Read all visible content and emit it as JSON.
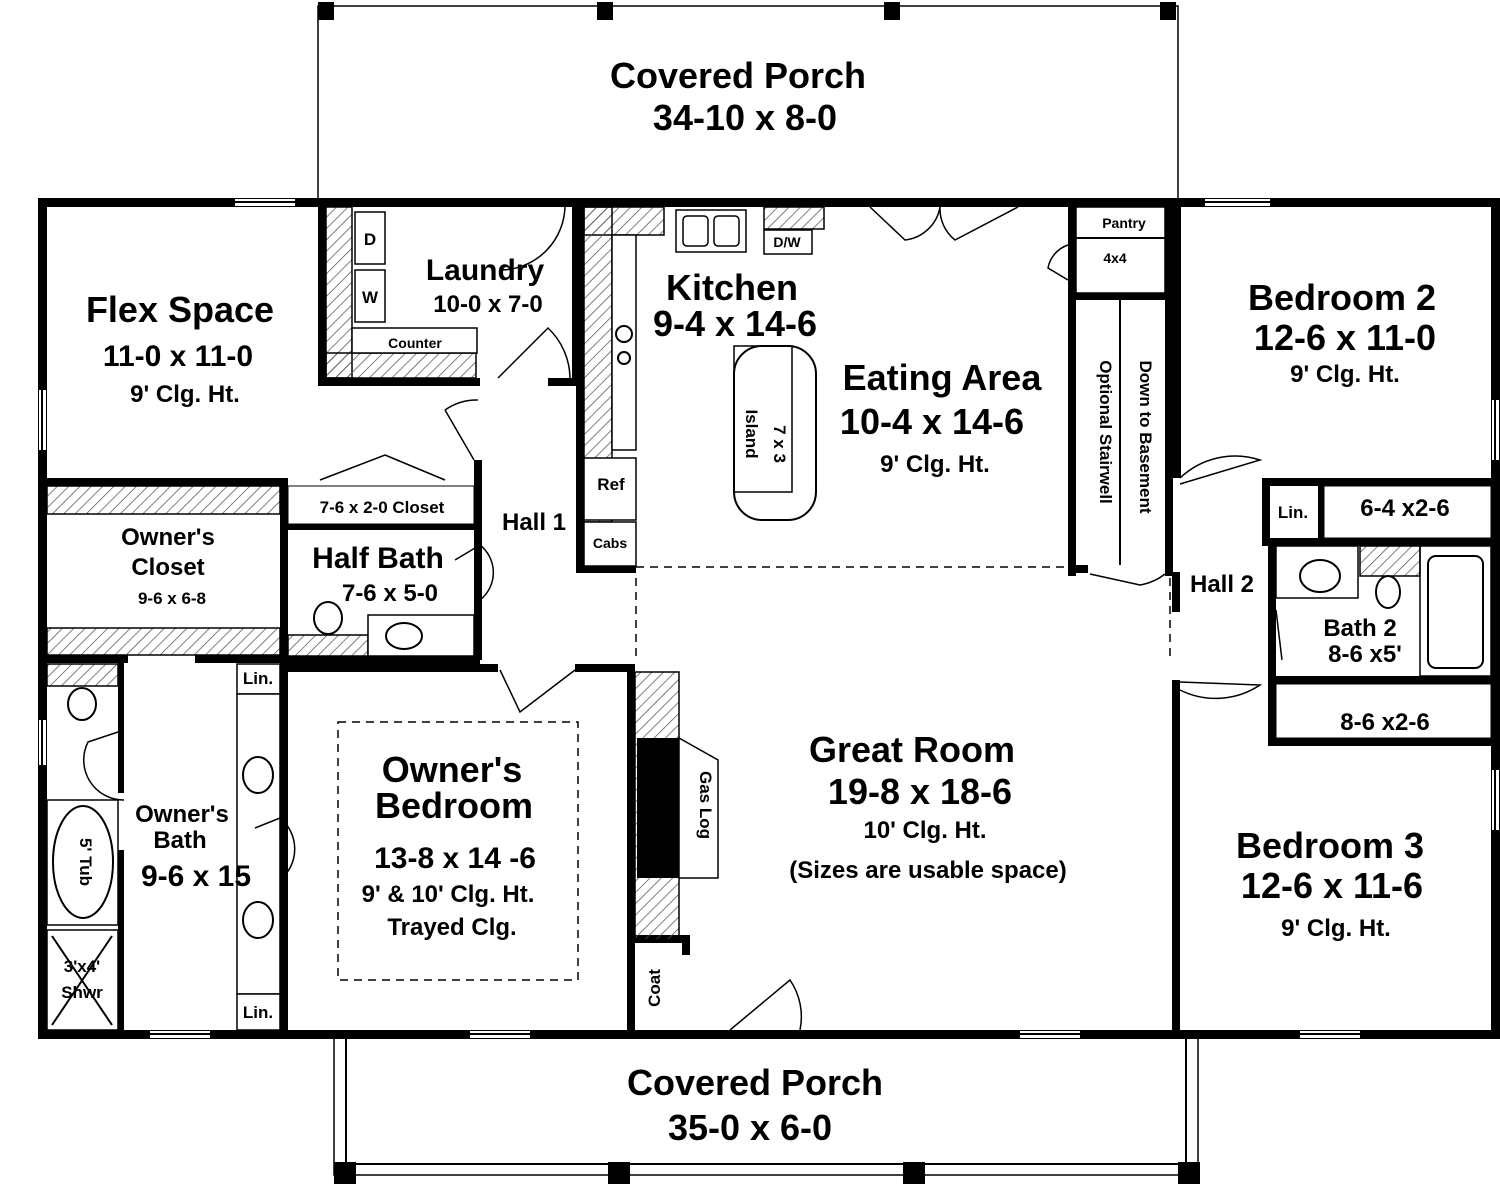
{
  "porch_top": {
    "name": "Covered Porch",
    "size": "34-10 x 8-0"
  },
  "porch_bottom": {
    "name": "Covered Porch",
    "size": "35-0 x 6-0"
  },
  "flex": {
    "name": "Flex Space",
    "size": "11-0 x 11-0",
    "ceiling": "9' Clg. Ht."
  },
  "laundry": {
    "name": "Laundry",
    "size": "10-0 x 7-0",
    "counter": "Counter",
    "dryer": "D",
    "washer": "W"
  },
  "kitchen": {
    "name": "Kitchen",
    "size": "9-4 x 14-6",
    "dw": "D/W",
    "ref": "Ref",
    "cabs": "Cabs",
    "island": "Island",
    "island_size": "7 x 3"
  },
  "eating": {
    "name": "Eating Area",
    "size": "10-4 x 14-6",
    "ceiling": "9' Clg. Ht."
  },
  "pantry": {
    "name": "Pantry",
    "size": "4x4"
  },
  "stair": {
    "line1": "Optional Stairwell",
    "line2": "Down to Basement"
  },
  "bedroom2": {
    "name": "Bedroom 2",
    "size": "12-6 x 11-0",
    "ceiling": "9' Clg. Ht."
  },
  "lin_top_right": "Lin.",
  "closet_b2": "6-4 x2-6",
  "hall1": "Hall 1",
  "hall2": "Hall 2",
  "closet_76": "7-6 x 2-0 Closet",
  "owners_closet": {
    "line1": "Owner's",
    "line2": "Closet",
    "size": "9-6 x 6-8"
  },
  "half_bath": {
    "name": "Half Bath",
    "size": "7-6 x 5-0"
  },
  "bath2": {
    "name": "Bath 2",
    "size": "8-6 x5'"
  },
  "closet_b3": "8-6 x2-6",
  "great_room": {
    "name": "Great Room",
    "size": "19-8 x 18-6",
    "ceiling": "10' Clg. Ht.",
    "note": "(Sizes are usable space)"
  },
  "gas_log": "Gas Log",
  "coat": "Coat",
  "bedroom3": {
    "name": "Bedroom 3",
    "size": "12-6 x 11-6",
    "ceiling": "9' Clg. Ht."
  },
  "owners_bedroom": {
    "line1": "Owner's",
    "line2": "Bedroom",
    "size": "13-8 x 14 -6",
    "ceiling": "9' & 10' Clg. Ht.",
    "trayed": "Trayed Clg."
  },
  "owners_bath": {
    "line1": "Owner's",
    "line2": "Bath",
    "size": "9-6 x 15",
    "tub": "5' Tub",
    "shower_size": "3'x4'",
    "shower": "Shwr",
    "lin1": "Lin.",
    "lin2": "Lin."
  }
}
